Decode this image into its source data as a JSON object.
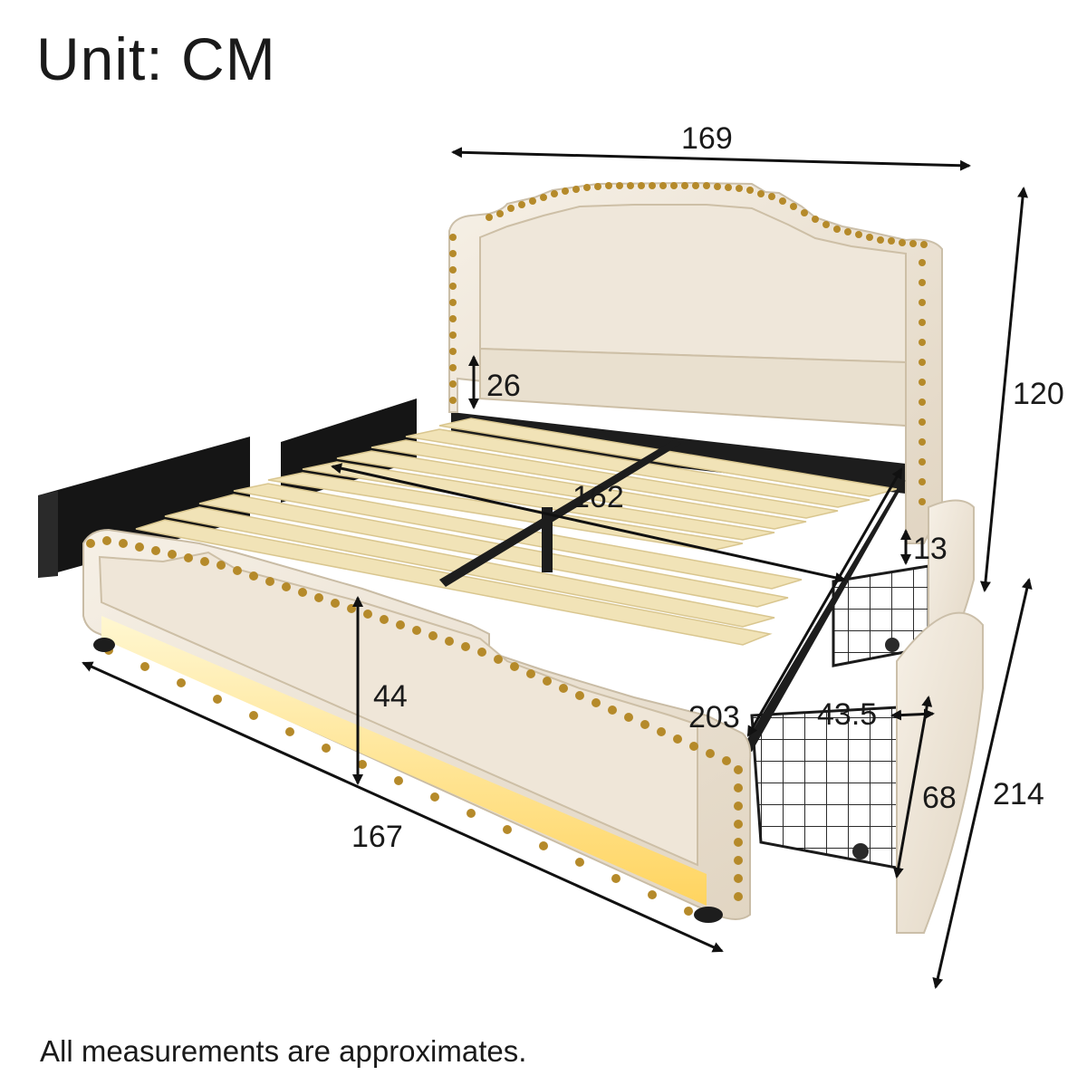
{
  "header": {
    "unit_label": "Unit: CM"
  },
  "dimensions": {
    "headboard_width": "169",
    "total_height": "120",
    "under_clearance": "26",
    "slat_length": "162",
    "drawer_depth_offset": "13",
    "footboard_height": "44",
    "footboard_width": "167",
    "side_length": "203",
    "drawer_width": "43.5",
    "drawer_length": "68",
    "total_length": "214"
  },
  "footer": {
    "note": "All measurements are approximates."
  },
  "icons": {
    "bed": "platform-bed-with-drawers-icon",
    "arrow": "double-headed-arrow"
  },
  "colors": {
    "upholstery": "#efe8dc",
    "upholstery_shadow": "#d7cdbd",
    "nailhead": "#b58a2a",
    "slat": "#f1e3b7",
    "slat_shadow": "#d9c68f",
    "frame": "#1d1d1d",
    "led_glow": "#ffe79a",
    "text": "#1a1a1a"
  }
}
